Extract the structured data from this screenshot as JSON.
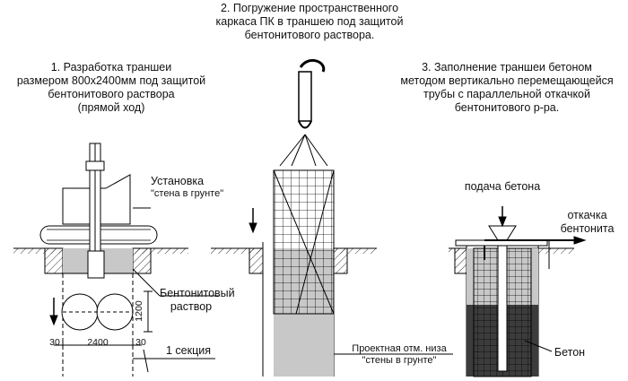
{
  "step1": {
    "title_lines": [
      "1. Разработка траншеи",
      "размером 800х2400мм под защитой",
      "бентонитового раствора",
      "(прямой ход)"
    ],
    "rig_label_lines": [
      "Установка",
      "\"стена в грунте\""
    ],
    "bentonite_label_lines": [
      "Бентонитовый",
      "раствор"
    ],
    "dim_width": "2400",
    "dim_gap_left": "30",
    "dim_gap_right": "30",
    "dim_depth": "1200",
    "section_label": "1 секция"
  },
  "step2": {
    "title_lines": [
      "2. Погружение пространственного",
      "каркаса ПК в траншею под защитой",
      "бентонитового раствора."
    ],
    "design_mark_lines": [
      "Проектная отм. низа",
      "\"стены в грунте\""
    ]
  },
  "step3": {
    "title_lines": [
      "3. Заполнение траншеи бетоном",
      "методом вертикально перемещающейся",
      "трубы с параллельной откачкой",
      "бентонитового р-ра."
    ],
    "concrete_feed_label": "подача бетона",
    "pumping_label_lines": [
      "откачка",
      "бентонита"
    ],
    "concrete_label": "Бетон"
  },
  "colors": {
    "line": "#000000",
    "bentonite": "#c8c8c8",
    "concrete": "#3c3c3c",
    "soil": "#ffffff"
  }
}
